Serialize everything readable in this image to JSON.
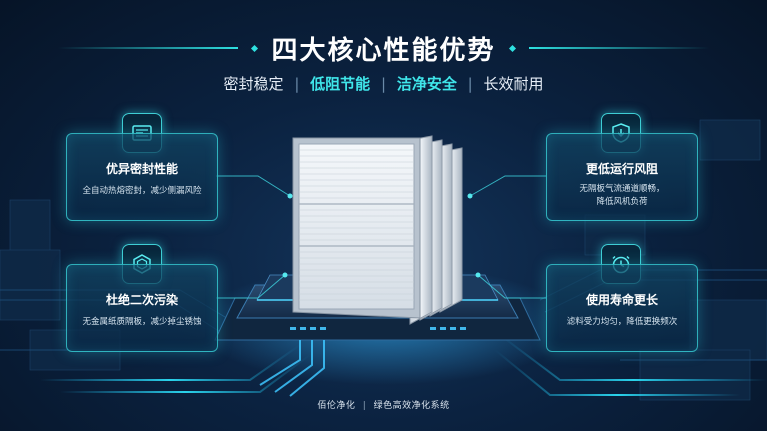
{
  "header": {
    "title": "四大核心性能优势",
    "subtitle_items": [
      "密封稳定",
      "低阻节能",
      "洁净安全",
      "长效耐用"
    ],
    "subtitle_separator": "|"
  },
  "features": [
    {
      "icon": "panel-seal-icon",
      "title": "优异密封性能",
      "desc_lines": [
        "全自动热熔密封，减少侧漏风险"
      ]
    },
    {
      "icon": "shield-arrow-icon",
      "title": "更低运行风阻",
      "desc_lines": [
        "无隔板气流通道顺畅，",
        "降低风机负荷"
      ]
    },
    {
      "icon": "hexagon-shield-icon",
      "title": "杜绝二次污染",
      "desc_lines": [
        "无金属纸质隔板，减少掉尘锈蚀"
      ]
    },
    {
      "icon": "timer-icon",
      "title": "使用寿命更长",
      "desc_lines": [
        "滤料受力均匀，降低更换频次"
      ]
    }
  ],
  "footer": {
    "brand": "佰伦净化",
    "separator": "|",
    "slogan": "绿色高效净化系统"
  },
  "colors": {
    "accent": "#3fe6ea",
    "background": "#0b2240",
    "card_border": "#3cdce1"
  }
}
